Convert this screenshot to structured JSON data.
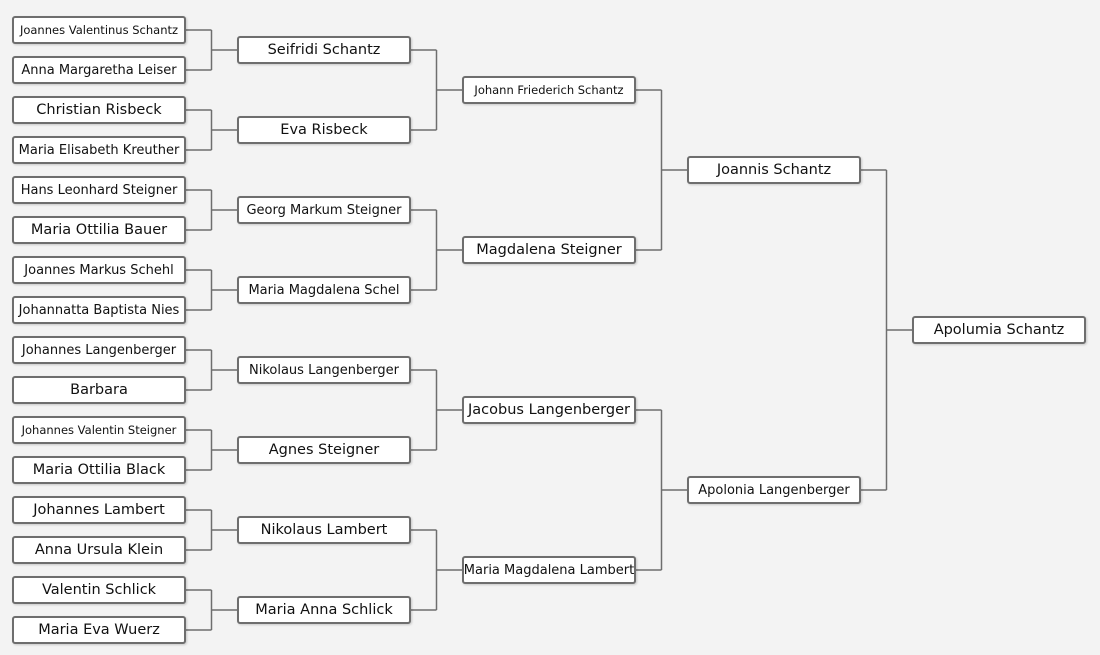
{
  "title": "",
  "colors": {
    "border": "#6e6e6e",
    "background": "#f3f3f3",
    "box": "#ffffff",
    "line": "#6e6e6e"
  },
  "root": {
    "name": "Apolumia Schantz",
    "parents": [
      {
        "name": "Joannis Schantz",
        "parents": [
          {
            "name": "Johann Friederich Schantz",
            "parents": [
              {
                "name": "Seifridi Schantz",
                "parents": [
                  {
                    "name": "Joannes Valentinus Schantz"
                  },
                  {
                    "name": "Anna Margaretha Leiser"
                  }
                ]
              },
              {
                "name": "Eva Risbeck",
                "parents": [
                  {
                    "name": "Christian Risbeck"
                  },
                  {
                    "name": "Maria Elisabeth Kreuther"
                  }
                ]
              }
            ]
          },
          {
            "name": "Magdalena Steigner",
            "parents": [
              {
                "name": "Georg Markum Steigner",
                "parents": [
                  {
                    "name": "Hans Leonhard Steigner"
                  },
                  {
                    "name": "Maria Ottilia Bauer"
                  }
                ]
              },
              {
                "name": "Maria Magdalena Schel",
                "parents": [
                  {
                    "name": "Joannes Markus Schehl"
                  },
                  {
                    "name": "Johannatta Baptista Nies"
                  }
                ]
              }
            ]
          }
        ]
      },
      {
        "name": "Apolonia Langenberger",
        "parents": [
          {
            "name": "Jacobus Langenberger",
            "parents": [
              {
                "name": "Nikolaus Langenberger",
                "parents": [
                  {
                    "name": "Johannes Langenberger"
                  },
                  {
                    "name": "Barbara"
                  }
                ]
              },
              {
                "name": "Agnes Steigner",
                "parents": [
                  {
                    "name": "Johannes Valentin Steigner"
                  },
                  {
                    "name": "Maria Ottilia Black"
                  }
                ]
              }
            ]
          },
          {
            "name": "Maria Magdalena Lambert",
            "parents": [
              {
                "name": "Nikolaus Lambert",
                "parents": [
                  {
                    "name": "Johannes Lambert"
                  },
                  {
                    "name": "Anna Ursula Klein"
                  }
                ]
              },
              {
                "name": "Maria Anna Schlick",
                "parents": [
                  {
                    "name": "Valentin Schlick"
                  },
                  {
                    "name": "Maria Eva Wuerz"
                  }
                ]
              }
            ]
          }
        ]
      }
    ]
  }
}
